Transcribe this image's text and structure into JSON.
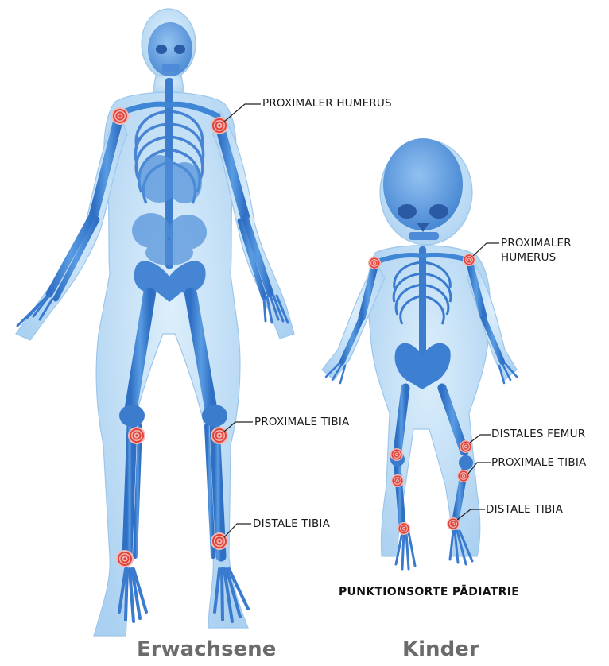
{
  "colors": {
    "body": "#a9d3f2",
    "bone": "#3f86d6",
    "bone_dark": "#2a63b0",
    "target_red": "#e0433b",
    "leader": "#222222"
  },
  "adult": {
    "labels": {
      "proximal_humerus": "PROXIMALER HUMERUS",
      "proximal_tibia": "PROXIMALE TIBIA",
      "distal_tibia": "DISTALE TIBIA"
    },
    "caption": "Erwachsene"
  },
  "child": {
    "labels": {
      "proximal_humerus_1": "PROXIMALER",
      "proximal_humerus_2": "HUMERUS",
      "distal_femur": "DISTALES FEMUR",
      "proximal_tibia": "PROXIMALE TIBIA",
      "distal_tibia": "DISTALE TIBIA"
    },
    "subtitle": "PUNKTIONSORTE PÄDIATRIE",
    "caption": "Kinder"
  },
  "icons": [
    "target-icon"
  ]
}
